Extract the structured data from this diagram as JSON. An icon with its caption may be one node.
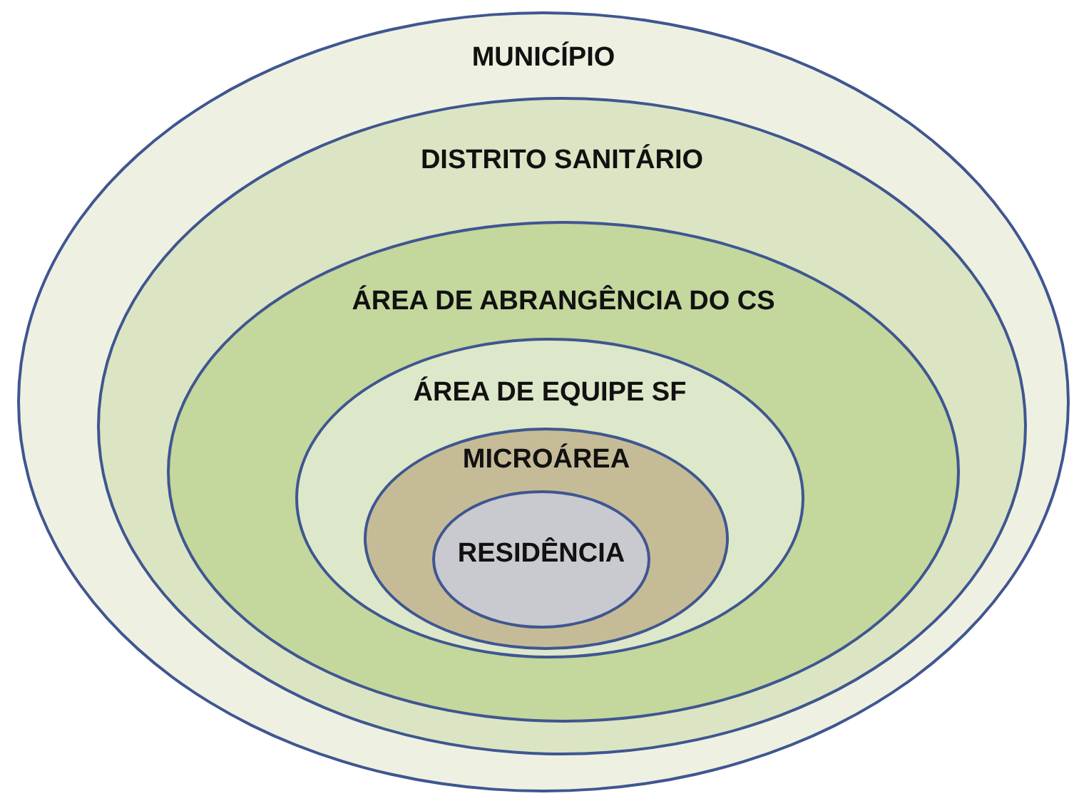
{
  "diagram": {
    "nodes": [
      {
        "text": [
          "MUNICÍPIO"
        ]
      },
      {
        "text": [
          "DISTRITO SANITÁRIO"
        ],
        "in": 0
      },
      {
        "text": [
          "ÁREA DE ABRANGÊNCIA DO CS"
        ],
        "in": 1
      },
      {
        "text": [
          "ÁREA DE EQUIPE SF"
        ],
        "in": 2
      },
      {
        "text": [
          "MICROÁREA"
        ],
        "in": 3
      },
      {
        "text": [
          "RESIDÊNCIA"
        ],
        "in": 4
      }
    ]
  }
}
